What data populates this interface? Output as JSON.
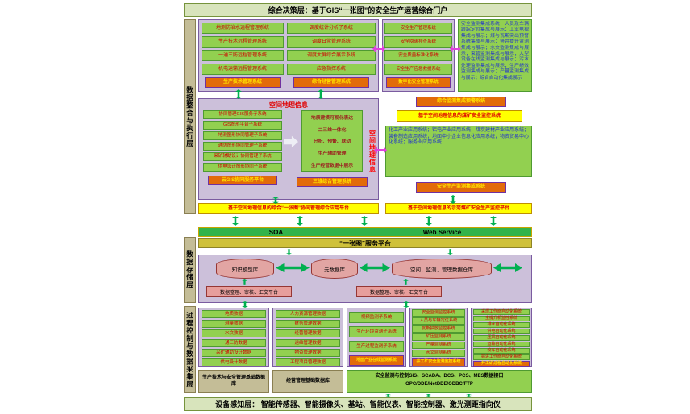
{
  "title_bar": {
    "top": "综合决策层：基于GIS“一张图”的安全生产运营综合门户",
    "bottom": "设备感知层： 智能传感器、智能摄像头、基站、智能仪表、智能控制器、激光测距指向仪"
  },
  "layer_labels": {
    "integration": "数据整合与执行层",
    "storage": "数据存储层",
    "process": "过程控制与数据采集层"
  },
  "integration": {
    "remote": {
      "items": [
        "地测防治水远程管理系统",
        "生产技术远程管理系统",
        "一通三防远程管理系统",
        "机电运输远程管理系统"
      ],
      "footer": "生产技术管理系统"
    },
    "dispatch": {
      "items": [
        "调度统计分析子系统",
        "调度日常管理系统",
        "调度大屏综合展示系统",
        "应急指挥系统"
      ],
      "footer": "综合经营管理系统"
    },
    "safety": {
      "items": [
        "安全生产管理系统",
        "安全隐患排查系统",
        "安全质量标准化系统",
        "安全生产应急救援系统"
      ],
      "footer": "数字化安全管理系统"
    },
    "monitor_panel": "安全监测集成系统：人员及车辆跟踪定位集成与展示；工业电视集成与展示；煤与瓦斯突出预警系统集成与展示；竖井提升监测集成与展示；水文监测集成与展示；束管监测集成与展示；大型设备在线监测集成与展示；污水处理监测集成与展示；生产绩效监测集成与展示；产量监测集成与展示；综合自动化集成展示",
    "warn_orange": "综合监测集成预警系统",
    "warn_yellow": "基于空间地理信息的煤矿安全监控系统",
    "gis": {
      "title": "空间地理信息",
      "side_label": "空间地理信息",
      "items": [
        "协同管理GIS服务子系统",
        "GIS图形平台子系统",
        "地测图形协同管理子系统",
        "通防图形协同管理子系统",
        "采矿辅助设计协同管理子系统",
        "供电设计图形协同子系统"
      ],
      "footer": "云GIS协同服务平台",
      "viz_items": [
        "地质建模可视化表达",
        "二三维一体化",
        "分析、预警、联动",
        "生产辅助管理",
        "生产经营数据中展示"
      ],
      "viz_footer": "三维综合管理系统"
    },
    "industry_panel": "化工产业应用系统；铝电产业应用系统；煤炭建材产业应用系统；装备制造应用系统；地面中小企业信息化应用系统；物资贸易中心化系统；服务业应用系统",
    "industry_orange": "安全生产监测集成系统",
    "platform_left": "基于空间地理信息的综合“一张图”协同管理综合应用平台",
    "platform_right": "基于空间地理信息的示范煤矿安全生产监控平台"
  },
  "service": {
    "soa": "SOA",
    "web": "Web Service",
    "platform": "“一张图”服务平台"
  },
  "storage": {
    "cylinders": [
      "知识模型库",
      "元数据库",
      "空间、监测、管理数据仓库"
    ],
    "platform_left": "数据整理、审核、汇交平台",
    "platform_right": "数据整理、审核、汇交平台"
  },
  "process": {
    "tech": {
      "items": [
        "地质数据",
        "测量数据",
        "水文数据",
        "一通三防数据",
        "采矿辅助设计数据",
        "供电设计数据"
      ],
      "db": "生产技术与安全管理基础数据库"
    },
    "mgmt": {
      "items": [
        "人力资源管理数据",
        "财务管理数据",
        "经营管理数据",
        "运维管理数据",
        "物资管理数据",
        "工程项目管理数据"
      ],
      "db": "经营管理基础数据库"
    },
    "ground": {
      "items": [
        "视频监测子系统",
        "生产环境监测子系统",
        "生产过程监测子系统"
      ],
      "footer": "地面产业在线监测系统"
    },
    "mine_safety": {
      "items": [
        "安全监测监控系统",
        "人员与车辆定位系统",
        "瓦斯抽放监控系统",
        "矿压监测系统",
        "产量监测系统",
        "水文监测系统"
      ],
      "footer": "井工矿安全监测监控系统"
    },
    "automation": {
      "items": [
        "采煤工作面自动化系统",
        "主提升机监控系统",
        "排水自动化系统",
        "供电自动化系统",
        "压风自动化系统",
        "运输自动化系统",
        "绞车自动化系统",
        "掘进工作面自动化系统"
      ],
      "footer": "井工矿过程自动化系统"
    },
    "interface_title": "安全监测与控制SIS、SCADA、DCS、PCS、MES数据接口",
    "interface_protocols": "OPC/DDE/NetDDE/ODBC/FTP"
  },
  "colors": {
    "panel": "#ccc0da",
    "green_box": "#92d050",
    "orange_box": "#e26b0a",
    "yellow_box": "#ffff00",
    "banner": "#d8e4bc",
    "strip": "#c4bd97",
    "cylinder": "#e2a5a3",
    "arrow_green": "#00b050",
    "arrow_magenta": "#e041dd"
  }
}
